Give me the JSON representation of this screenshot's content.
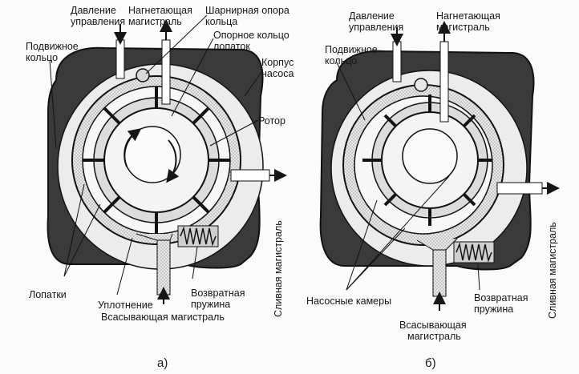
{
  "diagram_a": {
    "control_pressure": [
      "Давление",
      "управления"
    ],
    "discharge_line": [
      "Нагнетающая",
      "магистраль"
    ],
    "ring_pivot": [
      "Шарнирная опора",
      "кольца"
    ],
    "vane_support_ring": [
      "Опорное кольцо",
      "лопаток"
    ],
    "movable_ring": [
      "Подвижное",
      "кольцо"
    ],
    "pump_housing": [
      "Корпус",
      "насоса"
    ],
    "rotor": "Ротор",
    "drain_line": "Сливная магистраль",
    "vanes": "Лопатки",
    "seal": "Уплотнение",
    "return_spring": [
      "Возвратная",
      "пружина"
    ],
    "suction_line": "Всасывающая магистраль",
    "caption": "а)"
  },
  "diagram_b": {
    "control_pressure": [
      "Давление",
      "управления"
    ],
    "discharge_line": [
      "Нагнетающая",
      "магистраль"
    ],
    "movable_ring": [
      "Подвижное",
      "кольцо"
    ],
    "drain_line": "Сливная магистраль",
    "pump_chambers": "Насосные камеры",
    "return_spring": [
      "Возвратная",
      "пружина"
    ],
    "suction_line": [
      "Всасывающая",
      "магистраль"
    ],
    "caption": "б)"
  },
  "colors": {
    "housing": "#3a3a3a",
    "ring": "#d8d8d8",
    "rotor": "#f2f2f2",
    "ink": "#161616"
  }
}
